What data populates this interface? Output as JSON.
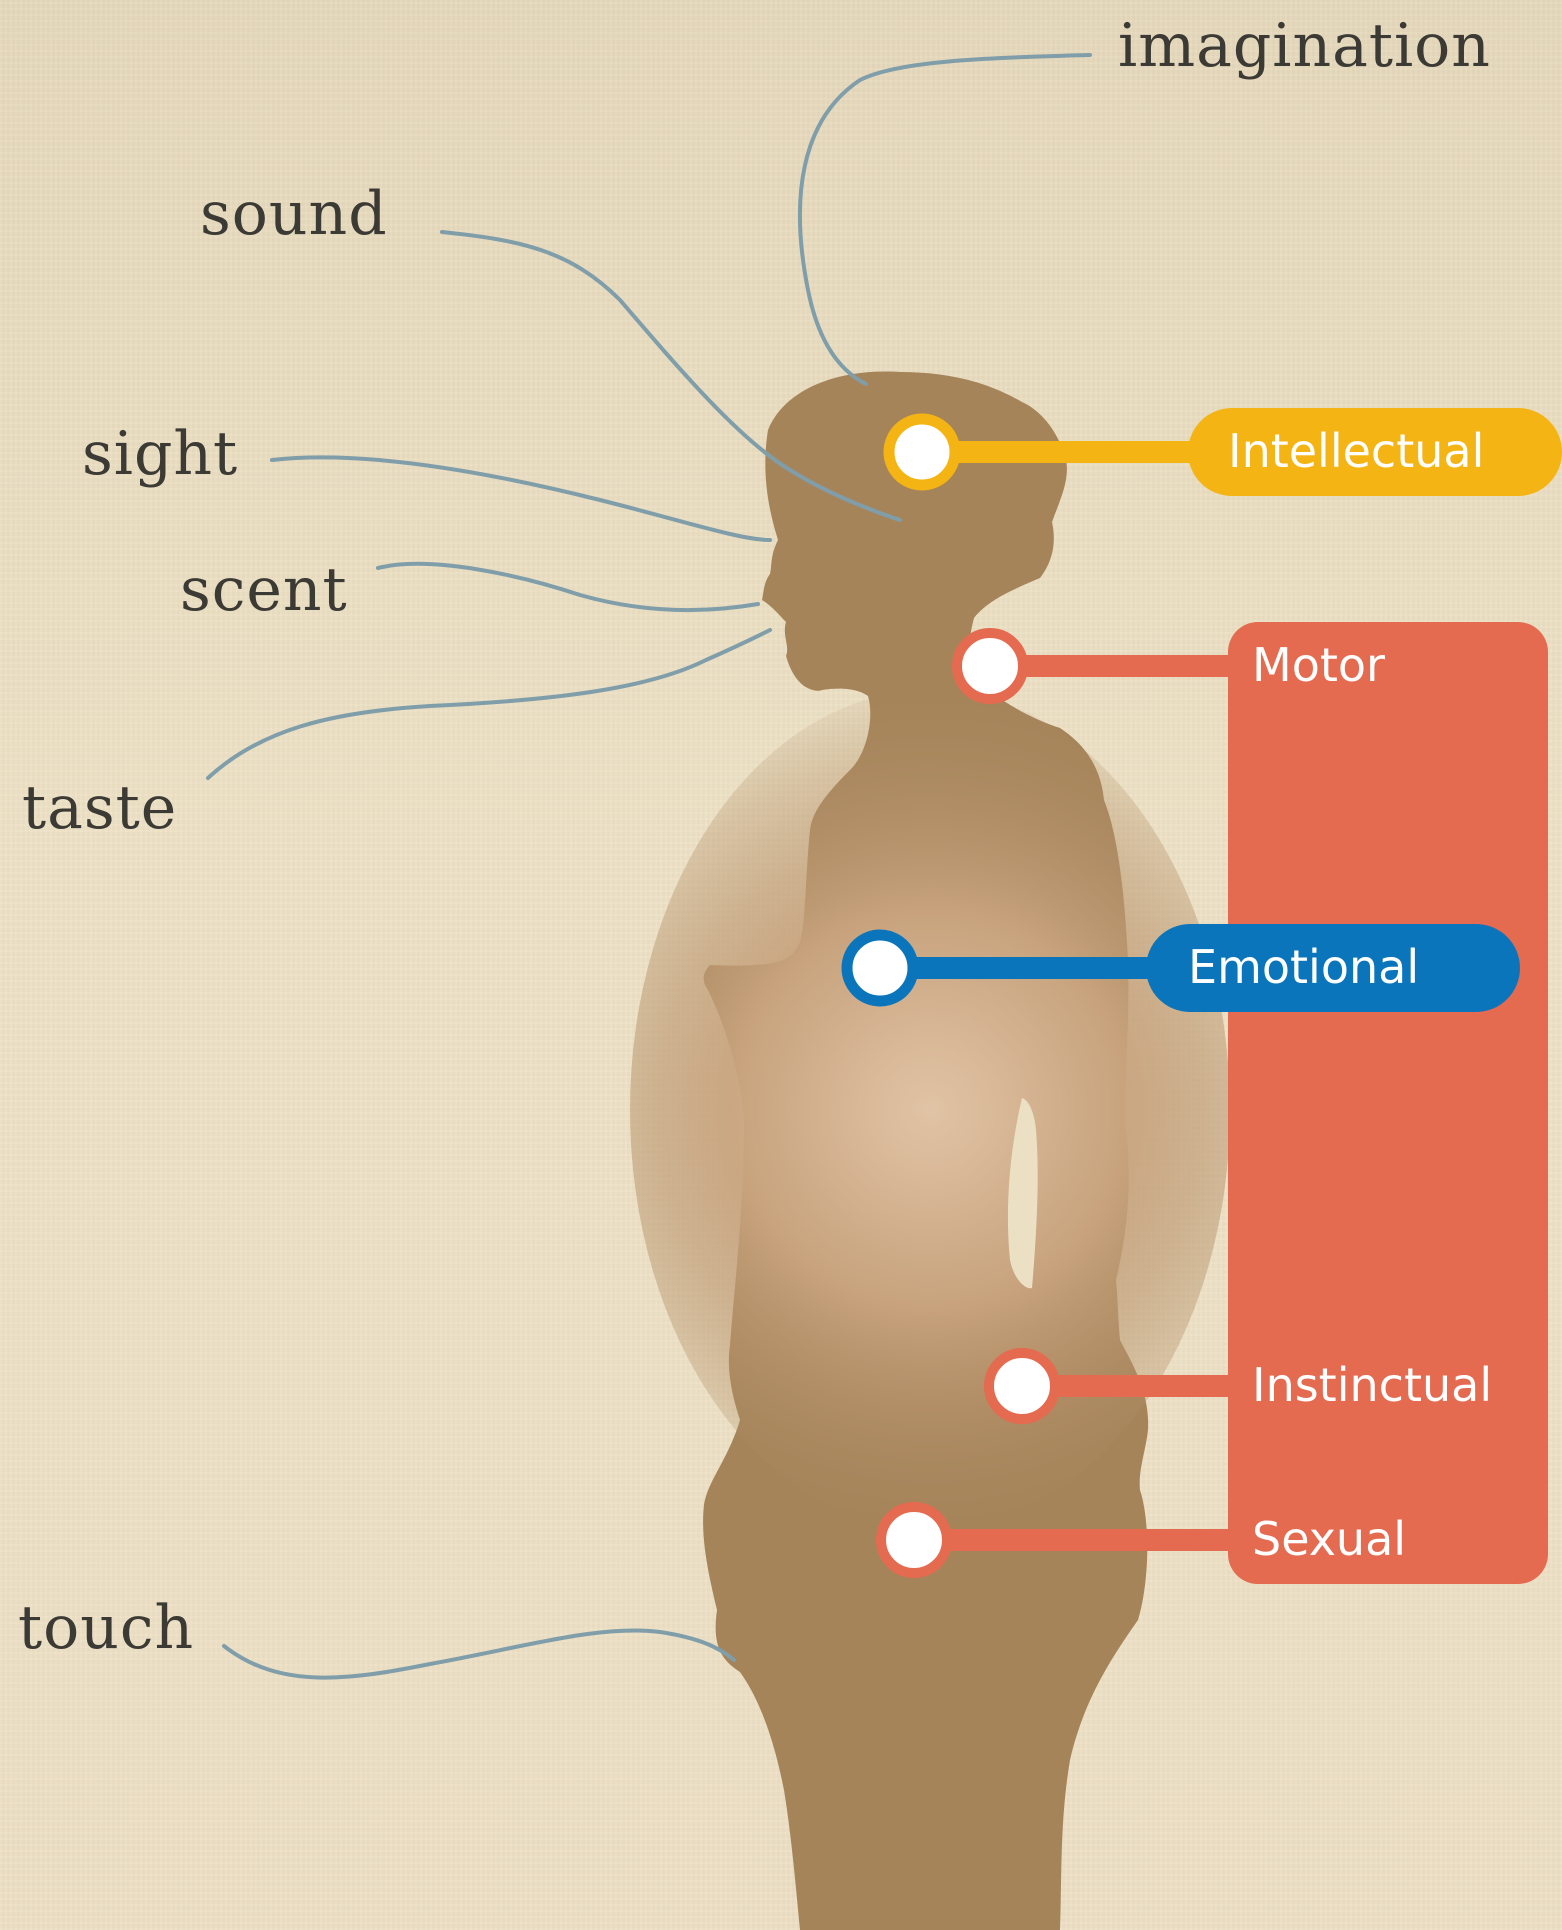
{
  "senses": {
    "imagination": "imagination",
    "sound": "sound",
    "sight": "sight",
    "scent": "scent",
    "taste": "taste",
    "touch": "touch"
  },
  "centers": {
    "intellectual": "Intellectual",
    "motor": "Motor",
    "emotional": "Emotional",
    "instinctual": "Instinctual",
    "sexual": "Sexual"
  },
  "colors": {
    "background": "#ece0c4",
    "silhouette": "#a6845a",
    "glow": "#e5c8a8",
    "sense_line": "#7f9eaa",
    "intellectual": "#f4b413",
    "moving_group": "#e46a50",
    "emotional": "#0b75bc",
    "node_fill": "#ffffff",
    "label_text": "#3c3a34"
  }
}
